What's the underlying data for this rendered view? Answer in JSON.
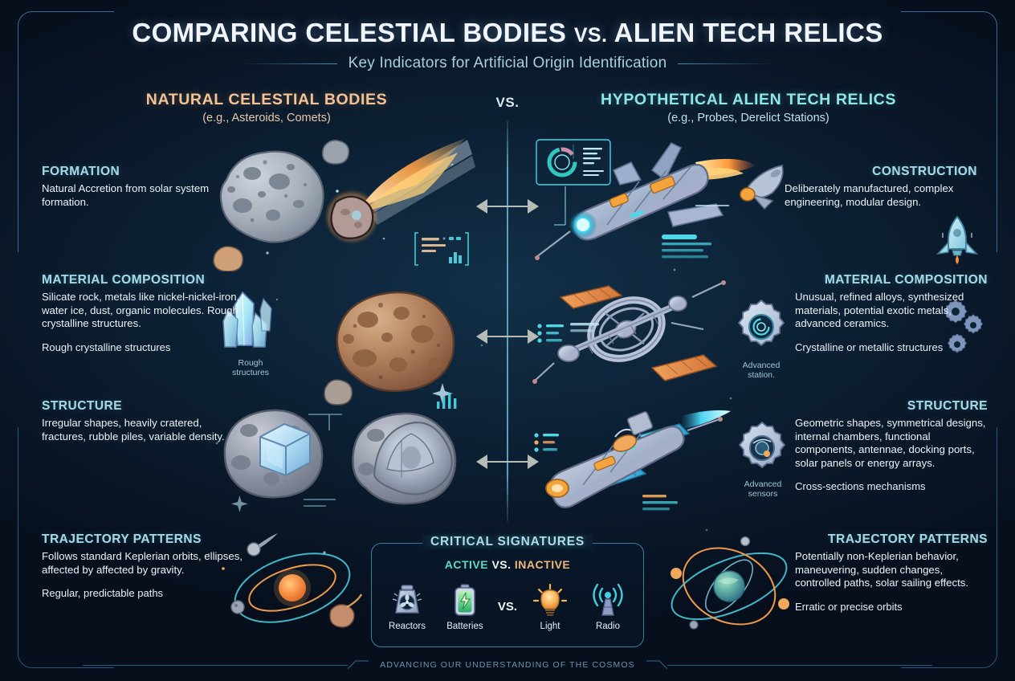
{
  "header": {
    "title_main": "COMPARING CELESTIAL BODIES ",
    "title_vs": "VS.",
    "title_tail": " ALIEN TECH RELICS",
    "subtitle": "Key Indicators for Artificial Origin Identification"
  },
  "columns": {
    "left": {
      "title": "NATURAL CELESTIAL BODIES",
      "subtitle": "(e.g., Asteroids, Comets)",
      "accent": "#f3c395"
    },
    "vs": "VS.",
    "right": {
      "title": "HYPOTHETICAL ALIEN TECH RELICS",
      "subtitle": "(e.g., Probes, Derelict Stations)",
      "accent": "#8fe6e8"
    }
  },
  "rows": [
    {
      "left_title": "FORMATION",
      "left_body": "Natural Accretion from solar system formation.",
      "left_note": "",
      "right_title": "CONSTRUCTION",
      "right_body": "Deliberately manufactured, complex engineering, modular design.",
      "right_note": ""
    },
    {
      "left_title": "MATERIAL COMPOSITION",
      "left_body": "Silicate rock, metals like nickel-nickel-iron, water ice, dust, organic molecules. Rough crystalline structures.",
      "left_note": "Rough crystalline structures",
      "right_title": "MATERIAL COMPOSITION",
      "right_body": "Unusual, refined alloys, synthesized materials, potential exotic metals, advanced ceramics.",
      "right_note": "Crystalline or metallic structures"
    },
    {
      "left_title": "STRUCTURE",
      "left_body": "Irregular shapes, heavily cratered, fractures, rubble piles, variable density.",
      "left_note": "",
      "right_title": "STRUCTURE",
      "right_body": "Geometric shapes, symmetrical designs, internal chambers, functional components, antennae, docking ports, solar panels or energy arrays.",
      "right_note": "Cross-sections mechanisms"
    },
    {
      "left_title": "TRAJECTORY PATTERNS",
      "left_body": "Follows standard Keplerian orbits, ellipses, affected by affected by gravity.",
      "left_note": "Regular, predictable paths",
      "right_title": "TRAJECTORY PATTERNS",
      "right_body": "Potentially non-Keplerian behavior, maneuvering, sudden changes, controlled paths, solar sailing effects.",
      "right_note": "Erratic or precise orbits"
    }
  ],
  "mini_captions": {
    "crystal": "Rough structures",
    "station": "Advanced station.",
    "sensors": "Advanced sensors"
  },
  "critical": {
    "title": "CRITICAL SIGNATURES",
    "sub_active": "ACTIVE",
    "sub_vs": "VS.",
    "sub_inactive": "INACTIVE",
    "mid_vs": "VS.",
    "items": [
      {
        "label": "Reactors",
        "icon": "reactor-icon"
      },
      {
        "label": "Batteries",
        "icon": "battery-icon"
      },
      {
        "label": "Light",
        "icon": "lightbulb-icon"
      },
      {
        "label": "Radio",
        "icon": "radio-tower-icon"
      }
    ]
  },
  "footer": {
    "text": "ADVANCING OUR UNDERSTANDING OF THE COSMOS"
  },
  "colors": {
    "background": "#0a1a2b",
    "frame": "#3c6a9e",
    "heading_cyan": "#9ed6e4",
    "natural_accent": "#f3c395",
    "alien_accent": "#8fe6e8",
    "body_text": "#eef4f8",
    "active_green": "#5fd8c8",
    "inactive_orange": "#f0b97d"
  }
}
